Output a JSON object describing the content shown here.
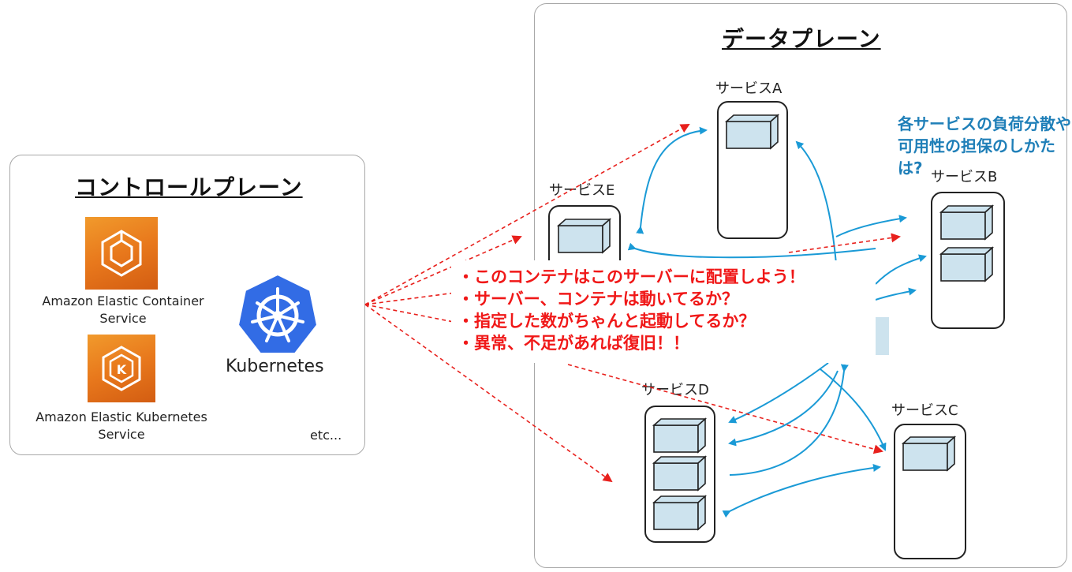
{
  "control_plane": {
    "title": "コントロールプレーン",
    "ecs_label": "Amazon Elastic Container Service",
    "eks_label": "Amazon Elastic Kubernetes Service",
    "eks_icon_letter": "K",
    "kubernetes_label": "Kubernetes",
    "etc_label": "etc...",
    "aws_icon_color": "#e8781c",
    "kubernetes_color": "#326ce5"
  },
  "data_plane": {
    "title": "データプレーン",
    "note_lines": [
      "各サービスの負荷分散や",
      "可用性の担保のしかたは?"
    ],
    "note_color": "#1f7fb8",
    "services": {
      "a": "サービスA",
      "b": "サービスB",
      "c": "サービスC",
      "d": "サービスD",
      "e": "サービスE"
    }
  },
  "callout": {
    "lines": [
      "・このコンテナはこのサーバーに配置しよう！",
      "・サーバー、コンテナは動いてるか？",
      "・指定した数がちゃんと起動してるか？",
      "・異常、不足があれば復旧！！"
    ],
    "color": "#f01818"
  },
  "colors": {
    "arrow_blue": "#1a9ad6",
    "arrow_red": "#e8201c",
    "container_fill": "#cde3ee"
  }
}
